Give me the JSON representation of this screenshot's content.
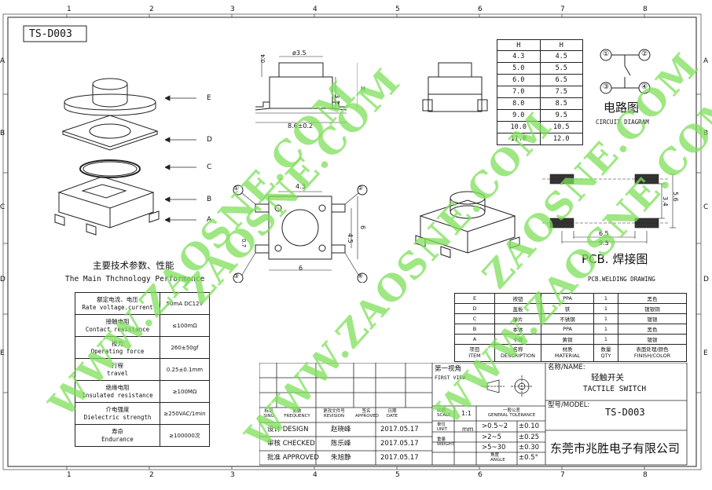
{
  "drawing": {
    "code": "TS-D003",
    "grid_cols": [
      "1",
      "2",
      "3",
      "4",
      "5",
      "6",
      "7",
      "8"
    ],
    "grid_rows": [
      "A",
      "B",
      "C",
      "D",
      "E"
    ]
  },
  "exploded_view": {
    "part_labels": [
      "E",
      "D",
      "C",
      "B",
      "A"
    ]
  },
  "front_view": {
    "dims": [
      "0.4",
      "ø3.5",
      "H",
      "3.2",
      "8.6±0.2"
    ]
  },
  "top_view": {
    "dims": [
      "4.3",
      "4.5",
      "6",
      "0.7",
      "6"
    ],
    "pins": [
      "①",
      "②",
      "③",
      "④"
    ]
  },
  "height_table": {
    "headers": [
      "H",
      "H"
    ],
    "rows": [
      [
        "4.3",
        "4.5"
      ],
      [
        "5.0",
        "5.5"
      ],
      [
        "6.0",
        "6.5"
      ],
      [
        "7.0",
        "7.5"
      ],
      [
        "8.0",
        "8.5"
      ],
      [
        "9.0",
        "9.5"
      ],
      [
        "10.0",
        "10.5"
      ],
      [
        "11.0",
        "12.0"
      ]
    ]
  },
  "circuit": {
    "title_cn": "电路图",
    "title_en": "CIRCUIT DIAGRAM",
    "pins": [
      "①",
      "②",
      "③",
      "④"
    ]
  },
  "pcb": {
    "title": "PCB. 焊接图",
    "subtitle": "PCB.WELDING DRAWING",
    "dims": [
      "5.6",
      "3.4",
      "6.5",
      "9.5"
    ]
  },
  "performance": {
    "title_cn": "主要技术参数、性能",
    "title_en": "The Main Thchnology Performance",
    "rows": [
      {
        "cn": "额定电流、电压",
        "en": "Rate voltage.current",
        "value": "50mA DC12V"
      },
      {
        "cn": "接触电阻",
        "en": "Contact resistance",
        "value": "≤100mΩ"
      },
      {
        "cn": "按力",
        "en": "Operating force",
        "value": "260±50gf"
      },
      {
        "cn": "行程",
        "en": "travel",
        "value": "0.25±0.1mm"
      },
      {
        "cn": "绝缘电阻",
        "en": "Insulated resistance",
        "value": "≥100MΩ"
      },
      {
        "cn": "介电强度",
        "en": "Dielectric strength",
        "value": "≥250VAC/1min"
      },
      {
        "cn": "寿命",
        "en": "Endurance",
        "value": "≥100000次"
      }
    ]
  },
  "bom": {
    "rows": [
      [
        "E",
        "按钮",
        "PPA",
        "1",
        "黑色"
      ],
      [
        "D",
        "盖板",
        "铁",
        "1",
        "镀银铜"
      ],
      [
        "C",
        "弹片",
        "不锈钢",
        "1",
        "镀银"
      ],
      [
        "B",
        "本体",
        "PPA",
        "1",
        "黑色"
      ],
      [
        "A",
        "卡件",
        "黄铜",
        "1",
        "镀银"
      ]
    ],
    "header": [
      [
        "项目",
        "ITEM"
      ],
      [
        "名称",
        "DESCRIPTION"
      ],
      [
        "材质",
        "MATERIAL"
      ],
      [
        "数量",
        "QTY"
      ],
      [
        "表面处理/颜色",
        "FINISH/COLOR"
      ]
    ]
  },
  "title_block": {
    "first_view_cn": "第一视角",
    "first_view_en": "FIRST VIEW",
    "name_label": "名称/NAME:",
    "name_cn": "轻触开关",
    "name_en": "TACTILE SWITCH",
    "model_label": "型号/MODEL:",
    "model": "TS-D003",
    "company": "东莞市兆胜电子有限公司",
    "rev_headers": [
      [
        "标记",
        "SING"
      ],
      [
        "处数",
        "FREQUENCY"
      ],
      [
        "更改文件号",
        "REVISION"
      ],
      [
        "签名",
        "APPROVED"
      ],
      [
        "日期",
        "DATE"
      ]
    ],
    "scale_label_cn": "比例",
    "scale_label_en": "SCALE",
    "scale": "1:1",
    "tolerance_cn": "一般公差",
    "tolerance_en": "GENERAL TOLERANCE",
    "unit_cn": "单位",
    "unit_en": "UNIT",
    "unit": "mm",
    "weight_cn": "重量",
    "weight_en": "WEIGHT",
    "angle_cn": "角度",
    "angle_en": "ANGLE",
    "tolerances": [
      [
        ">0.5~2",
        "±0.10"
      ],
      [
        ">2~5",
        "±0.25"
      ],
      [
        ">5~30",
        "±0.30"
      ],
      [
        "",
        "±0.5°"
      ]
    ],
    "signoff": [
      {
        "role": "设计 DESIGN",
        "name": "赵晓峰",
        "date": "2017.05.17"
      },
      {
        "role": "审核 CHECKED",
        "name": "陈乐峰",
        "date": "2017.05.17"
      },
      {
        "role": "批准 APPROVED",
        "name": "朱旭静",
        "date": "2017.05.17"
      }
    ]
  },
  "watermarks": [
    "ZAOSNE.COM",
    "WWW.ZAOSNE.COM",
    "WWW.ZAOSNE.COM",
    "WWW.ZAOSNE.COM",
    "ZAOSNE.COM"
  ]
}
